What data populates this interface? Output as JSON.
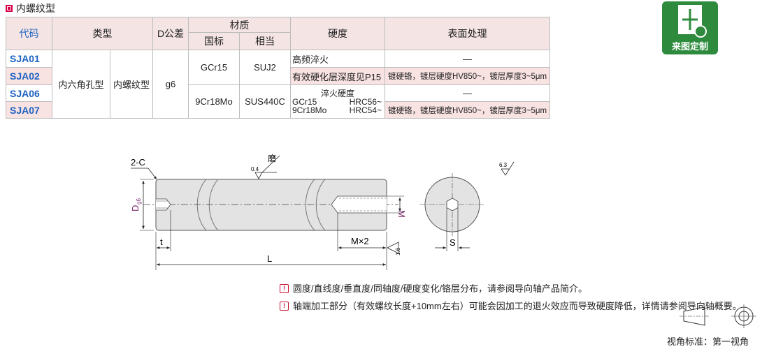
{
  "section_title": "内螺纹型",
  "badge_label": "来图定制",
  "table": {
    "headers": {
      "code": "代码",
      "type": "类型",
      "d_tol": "D公差",
      "material": "材质",
      "mat_std": "国标",
      "mat_equiv": "相当",
      "hardness": "硬度",
      "surface": "表面处理"
    },
    "codes": [
      "SJA01",
      "SJA02",
      "SJA06",
      "SJA07"
    ],
    "type_a": "内六角孔型",
    "type_b": "内螺纹型",
    "tolerance": "g6",
    "mat_rows": [
      {
        "std": "GCr15",
        "equiv": "SUJ2"
      },
      {
        "std": "9Cr18Mo",
        "equiv": "SUS440C"
      }
    ],
    "hardness_1a": "高频淬火",
    "hardness_1b": "有效硬化层深度见P15",
    "hardness_2a": "淬火硬度",
    "hardness_2b_mat": "GCr15",
    "hardness_2b_val": "HRC56~",
    "hardness_2c_mat": "9Cr18Mo",
    "hardness_2c_val": "HRC54~",
    "surface": [
      "—",
      "镀硬铬，镀层硬度HV850~，镀层厚度3~5μm",
      "—",
      "镀硬铬，镀层硬度HV850~，镀层厚度3~5μm"
    ]
  },
  "drawing": {
    "chamfer": "2-C",
    "grind": "磨",
    "roughness_a": "0.4",
    "roughness_b": "6.3",
    "roughness_c": "1.6",
    "dia_label": "D",
    "dia_sub": "g6",
    "m_label": "M",
    "t_label": "t",
    "mx2_label": "M×2",
    "l_label": "L",
    "s_label": "S"
  },
  "notes": [
    "圆度/直线度/垂直度/同轴度/硬度变化/铬层分布，请参阅导向轴产品简介。",
    "轴端加工部分（有效螺纹长度+10mm左右）可能会因加工的退火效应而导致硬度降低，详情请参阅导向轴概要。"
  ],
  "note_icon": "!",
  "projection_label": "视角标准：第一视角",
  "colors": {
    "accent": "#d6004a",
    "code_blue": "#1d63c2",
    "badge_green": "#2e8b3e",
    "header_bg": "#f4e4e4",
    "dim_purple": "#7a2a6e"
  }
}
